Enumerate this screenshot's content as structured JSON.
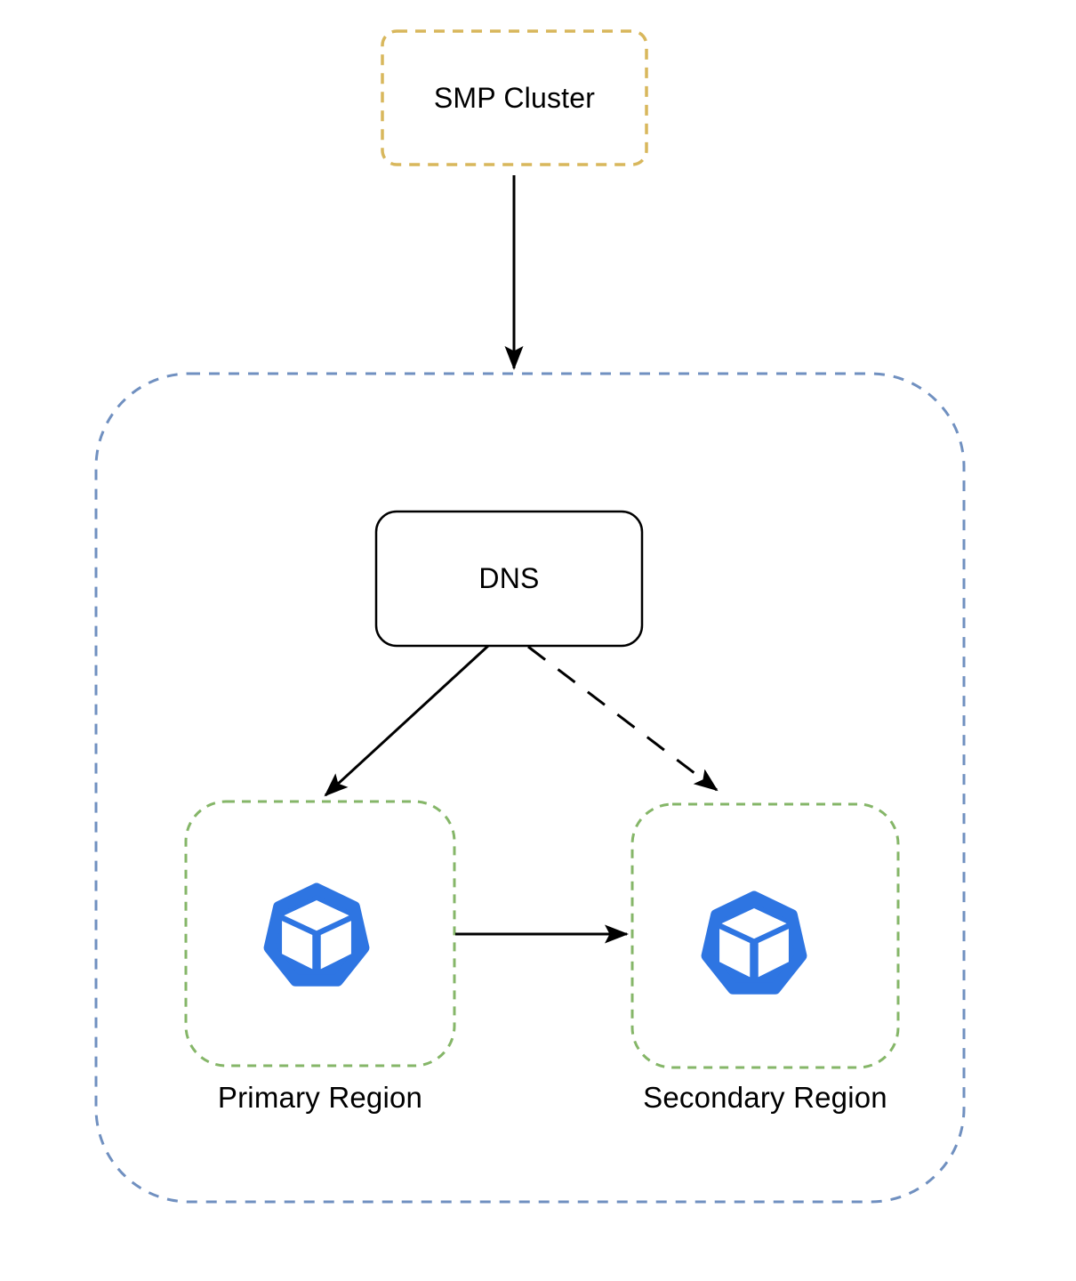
{
  "diagram": {
    "type": "architecture-flow",
    "nodes": {
      "smp_cluster": {
        "label": "SMP Cluster",
        "shape": "rounded-rect",
        "border_style": "dashed",
        "border_color": "#D8B75C",
        "fill": "#ffffff"
      },
      "outer_container": {
        "label": "",
        "shape": "rounded-rect",
        "border_style": "dashed",
        "border_color": "#7090C0",
        "fill": "#ffffff"
      },
      "dns": {
        "label": "DNS",
        "shape": "rounded-rect",
        "border_style": "solid",
        "border_color": "#000000",
        "fill": "#ffffff"
      },
      "primary_region": {
        "label": "Primary Region",
        "shape": "rounded-rect",
        "border_style": "dashed",
        "border_color": "#85B668",
        "fill": "#ffffff",
        "icon": "cube-heptagon-icon"
      },
      "secondary_region": {
        "label": "Secondary Region",
        "shape": "rounded-rect",
        "border_style": "dashed",
        "border_color": "#85B668",
        "fill": "#ffffff",
        "icon": "cube-heptagon-icon"
      }
    },
    "edges": [
      {
        "from": "smp_cluster",
        "to": "outer_container",
        "style": "solid",
        "arrowhead": "filled-classic",
        "color": "#000000"
      },
      {
        "from": "dns",
        "to": "primary_region",
        "style": "solid",
        "arrowhead": "filled-classic",
        "color": "#000000"
      },
      {
        "from": "dns",
        "to": "secondary_region",
        "style": "dashed",
        "arrowhead": "filled-classic",
        "color": "#000000"
      },
      {
        "from": "primary_region",
        "to": "secondary_region",
        "style": "solid",
        "arrowhead": "filled-classic",
        "color": "#000000"
      }
    ],
    "colors": {
      "smp_border": "#D8B75C",
      "container_border": "#7090C0",
      "region_border": "#85B668",
      "icon_blue": "#2E75E2",
      "edge": "#000000",
      "text": "#000000",
      "background": "#ffffff"
    }
  }
}
